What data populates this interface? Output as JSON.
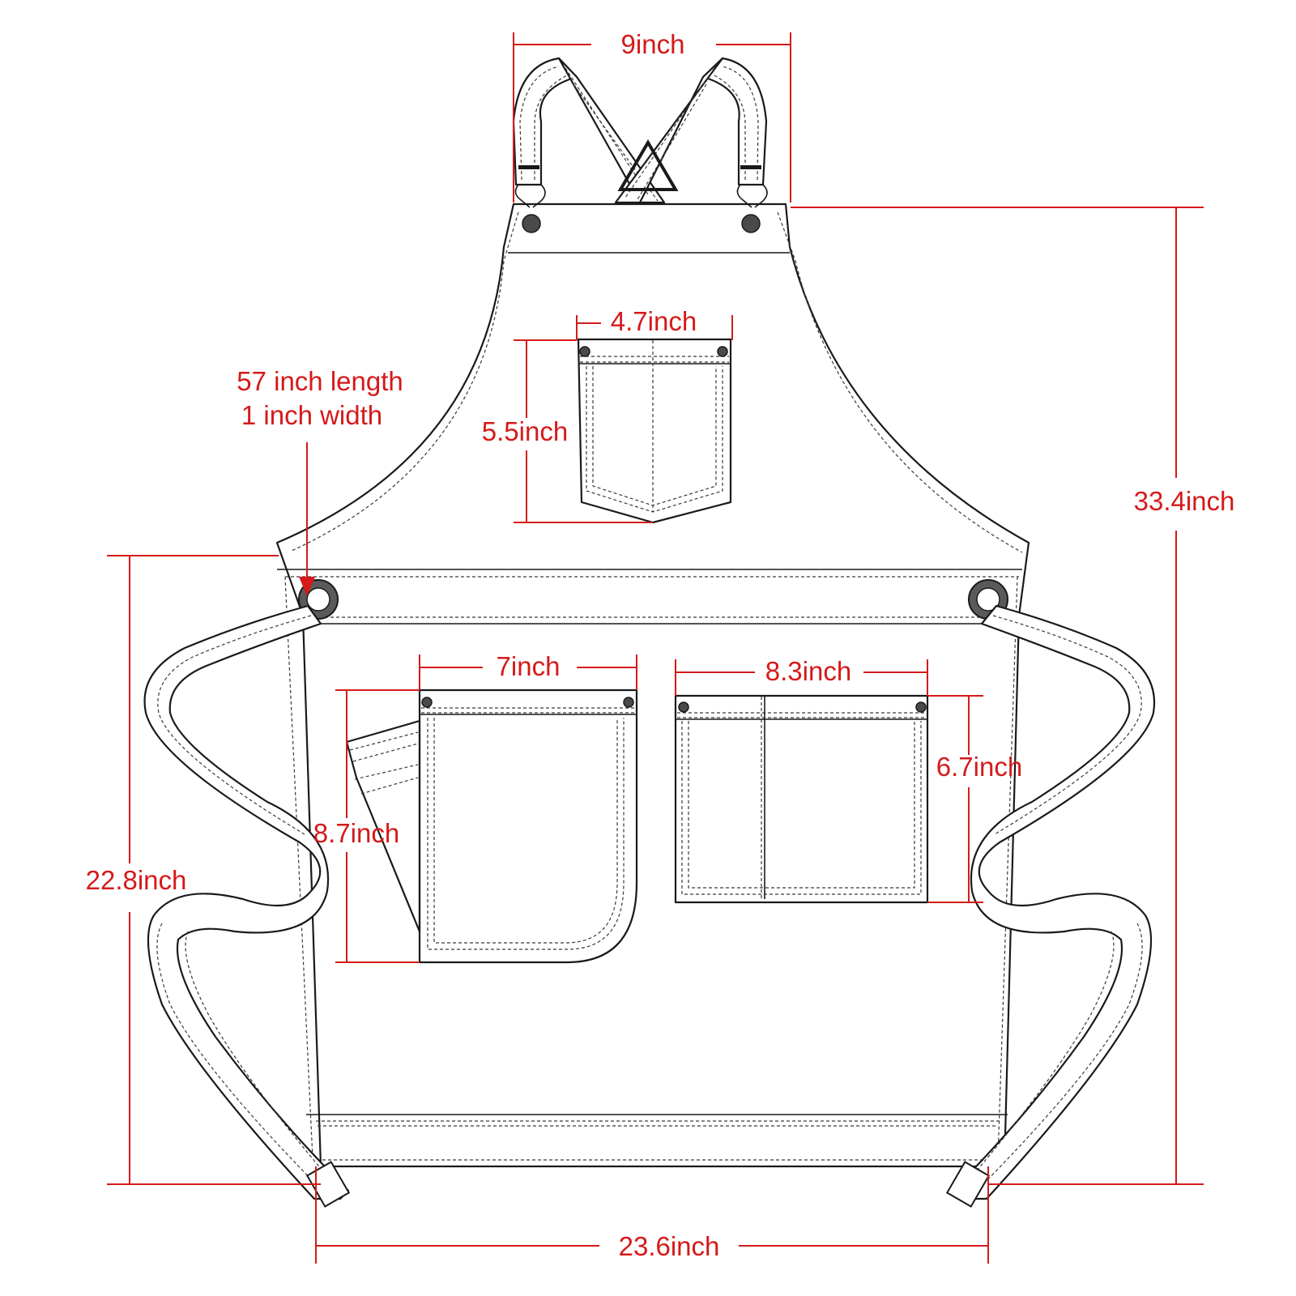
{
  "measurements": {
    "strap_width": "9inch",
    "chest_pocket_width": "4.7inch",
    "chest_pocket_height": "5.5inch",
    "waist_tie": [
      "57 inch length",
      "1 inch width"
    ],
    "total_length": "33.4inch",
    "left_pocket_width": "7inch",
    "left_pocket_height": "8.7inch",
    "right_pocket_width": "8.3inch",
    "right_pocket_height": "6.7inch",
    "lower_length": "22.8inch",
    "bottom_width": "23.6inch"
  },
  "colors": {
    "dimension": "#d51a1a",
    "outline": "#1a1a1a",
    "background": "#ffffff"
  }
}
